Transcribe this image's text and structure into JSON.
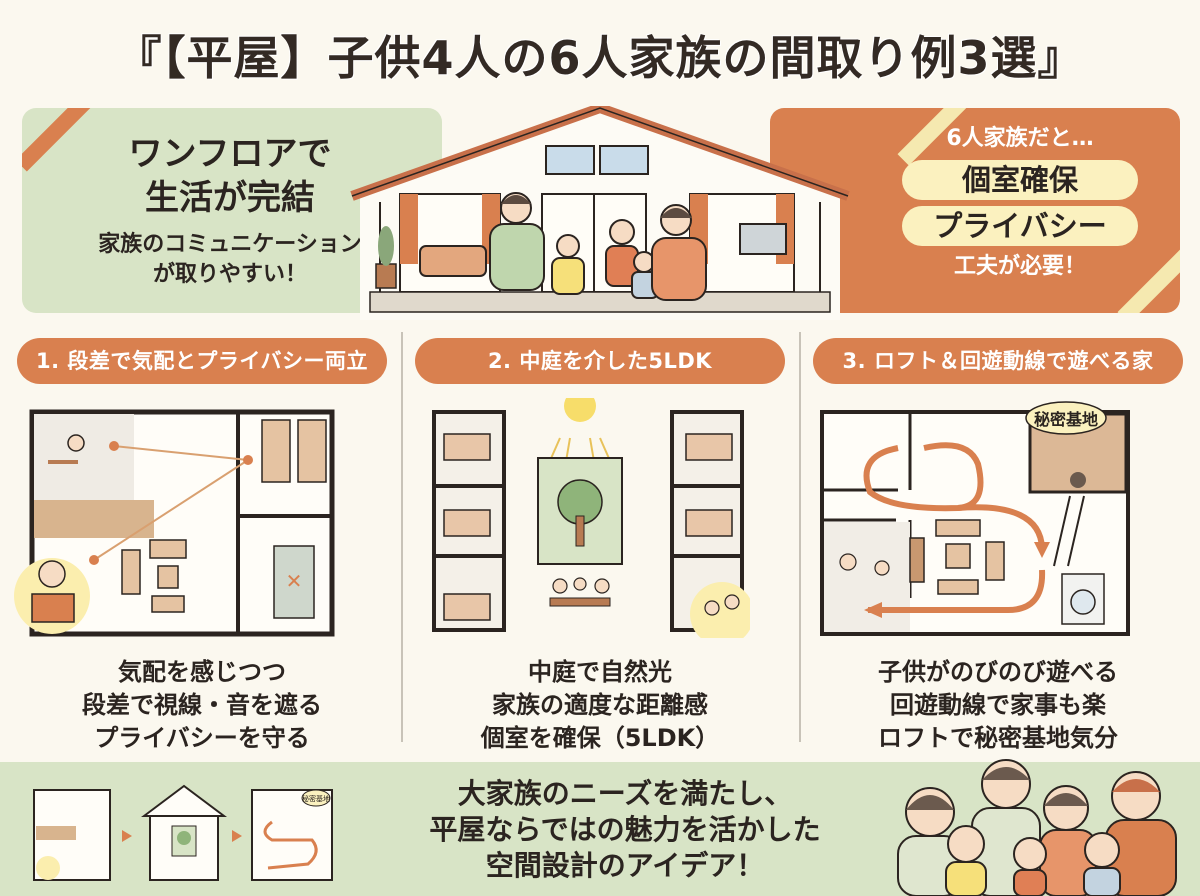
{
  "title": "『【平屋】子供4人の6人家族の間取り例3選』",
  "hero": {
    "left": {
      "headline_line1": "ワンフロアで",
      "headline_line2": "生活が完結",
      "sub_line1": "家族のコミュニケーション",
      "sub_line2": "が取りやすい！"
    },
    "right": {
      "intro": "6人家族だと…",
      "pill1": "個室確保",
      "pill2": "プライバシー",
      "footer": "工夫が必要！"
    }
  },
  "columns": [
    {
      "label": "1. 段差で気配とプライバシー両立",
      "desc": [
        "気配を感じつつ",
        "段差で視線・音を遮る",
        "プライバシーを守る"
      ]
    },
    {
      "label": "2. 中庭を介した5LDK",
      "desc": [
        "中庭で自然光",
        "家族の適度な距離感",
        "個室を確保（5LDK）"
      ]
    },
    {
      "label": "3. ロフト＆回遊動線で遊べる家",
      "loft_bubble": "秘密基地",
      "desc": [
        "子供がのびのび遊べる",
        "回遊動線で家事も楽",
        "ロフトで秘密基地気分"
      ]
    }
  ],
  "bottom": {
    "line1": "大家族のニーズを満たし、",
    "line2": "平屋ならではの魅力を活かした",
    "line3": "空間設計のアイデア！",
    "thumb_bubble": "秘密基地"
  },
  "colors": {
    "background": "#fbf8ef",
    "accent_orange": "#d9804f",
    "sage_green": "#d8e4c6",
    "cream_pill": "#fbf1bf",
    "text_dark": "#2b2420"
  }
}
